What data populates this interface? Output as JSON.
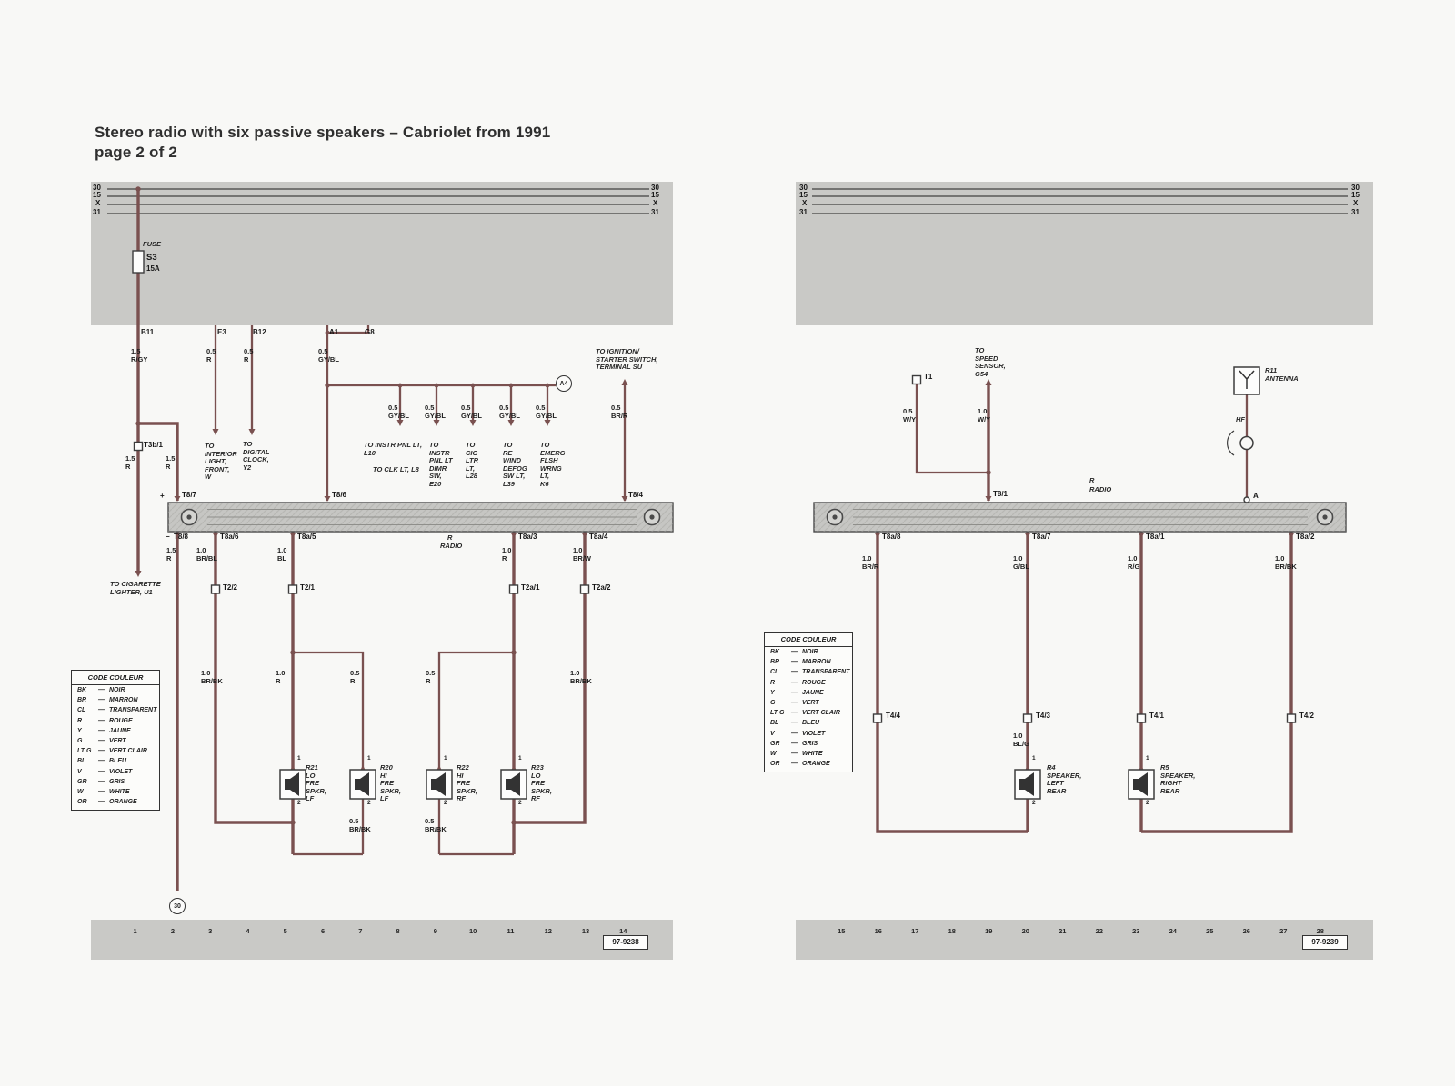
{
  "title": {
    "line1": "Stereo radio with six passive speakers – Cabriolet from 1991",
    "line2": "page 2 of 2"
  },
  "legend": {
    "title": "CODE COULEUR",
    "dash": "—",
    "entries": [
      {
        "code": "BK",
        "name": "NOIR"
      },
      {
        "code": "BR",
        "name": "MARRON"
      },
      {
        "code": "CL",
        "name": "TRANSPARENT"
      },
      {
        "code": "R",
        "name": "ROUGE"
      },
      {
        "code": "Y",
        "name": "JAUNE"
      },
      {
        "code": "G",
        "name": "VERT"
      },
      {
        "code": "LT G",
        "name": "VERT CLAIR"
      },
      {
        "code": "BL",
        "name": "BLEU"
      },
      {
        "code": "V",
        "name": "VIOLET"
      },
      {
        "code": "GR",
        "name": "GRIS"
      },
      {
        "code": "W",
        "name": "WHITE"
      },
      {
        "code": "OR",
        "name": "ORANGE"
      }
    ]
  },
  "left": {
    "bus": [
      "30",
      "15",
      "X",
      "31"
    ],
    "fuse_caption": "FUSE",
    "fuse_name": "S3",
    "fuse_rating": "15A",
    "term_b11": "B11",
    "term_e3": "E3",
    "term_b12": "B12",
    "term_a1": "A1",
    "term_g8": "G8",
    "w_15rgy": "1.5\nR/GY",
    "w_05r": "0.5\nR",
    "w_05gybl": "0.5\nGY/BL",
    "w_05brr": "0.5\nBR/R",
    "w_15r": "1.5\nR",
    "w_10brbl": "1.0\nBR/BL",
    "w_10bl": "1.0\nBL",
    "w_10r": "1.0\nR",
    "w_10brw": "1.0\nBR/W",
    "w_10brbk": "1.0\nBR/BK",
    "w_05brbk": "0.5\nBR/BK",
    "a4": "A4",
    "dest_ign": "TO IGNITION/\nSTARTER SWITCH,\nTERMINAL SU",
    "dest_tap1a": "TO INSTR PNL LT,\nL10",
    "dest_tap1b": "TO CLK LT, L8",
    "dest_tap2": "TO\nINSTR\nPNL LT\nDIMR\nSW,\nE20",
    "dest_tap3": "TO\nCIG\nLTR\nLT,\nL28",
    "dest_tap4": "TO\nRE\nWIND\nDEFOG\nSW LT,\nL39",
    "dest_tap5": "TO\nEMERG\nFLSH\nWRNG\nLT,\nK6",
    "conn_t3b": "T3b/1",
    "dest_interior": "TO\nINTERIOR\nLIGHT,\nFRONT,\nW",
    "dest_clock": "TO\nDIGITAL\nCLOCK,\nY2",
    "plus": "+",
    "minus": "−",
    "pin_t87": "T8/7",
    "pin_t86": "T8/6",
    "pin_t84": "T8/4",
    "radio_r": "R",
    "radio_name": "RADIO",
    "pin_t88": "T8/8",
    "pin_t8a6": "T8a/6",
    "pin_t8a5": "T8a/5",
    "pin_t8a3": "T8a/3",
    "pin_t8a4": "T8a/4",
    "dest_cig": "TO CIGARETTE\nLIGHTER, U1",
    "conn_t22": "T2/2",
    "conn_t21": "T2/1",
    "conn_t2a1": "T2a/1",
    "conn_t2a2": "T2a/2",
    "spk_r21": "R21\nLO\nFRE\nSPKR,\nLF",
    "spk_r20": "R20\nHI\nFRE\nSPKR,\nLF",
    "spk_r22": "R22\nHI\nFRE\nSPKR,\nRF",
    "spk_r23": "R23\nLO\nFRE\nSPKR,\nRF",
    "pin1": "1",
    "pin2": "2",
    "gnd": "30",
    "track": [
      "1",
      "2",
      "3",
      "4",
      "5",
      "6",
      "7",
      "8",
      "9",
      "10",
      "11",
      "12",
      "13",
      "14"
    ],
    "sheet": "97-9238"
  },
  "right": {
    "bus": [
      "30",
      "15",
      "X",
      "31"
    ],
    "conn_t1": "T1",
    "dest_speed": "TO\nSPEED\nSENSOR,\nG54",
    "w_05wy": "0.5\nW/Y",
    "w_10wy": "1.0\nW/Y",
    "ant": "R11\nANTENNA",
    "hf": "HF",
    "pin_t81": "T8/1",
    "radio_r": "R",
    "radio_name": "RADIO",
    "term_a": "A",
    "pin_t8a8": "T8a/8",
    "pin_t8a7": "T8a/7",
    "pin_t8a1": "T8a/1",
    "pin_t8a2": "T8a/2",
    "w_10brr": "1.0\nBR/R",
    "w_10gbl": "1.0\nG/BL",
    "w_10rg": "1.0\nR/G",
    "w_10brbk": "1.0\nBR/BK",
    "w_10blg": "1.0\nBL/G",
    "conn_t44": "T4/4",
    "conn_t43": "T4/3",
    "conn_t41": "T4/1",
    "conn_t42": "T4/2",
    "spk_r4": "R4\nSPEAKER,\nLEFT\nREAR",
    "spk_r5": "R5\nSPEAKER,\nRIGHT\nREAR",
    "pin1": "1",
    "pin2": "2",
    "track": [
      "15",
      "16",
      "17",
      "18",
      "19",
      "20",
      "21",
      "22",
      "23",
      "24",
      "25",
      "26",
      "27",
      "28"
    ],
    "sheet": "97-9239"
  }
}
